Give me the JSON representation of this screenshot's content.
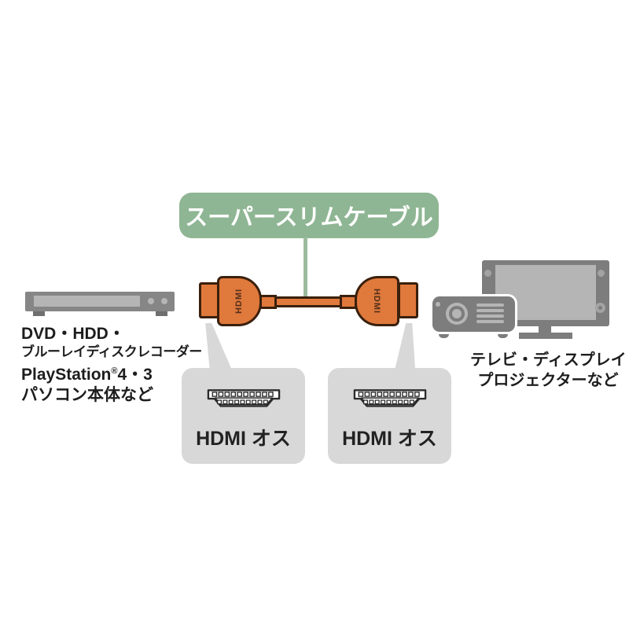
{
  "diagram": {
    "banner": {
      "label": "スーパースリムケーブル"
    },
    "cable": {
      "left_connector_label": "HDMI",
      "right_connector_label": "HDMI"
    },
    "source_devices": {
      "line1": "DVD・HDD・",
      "line2": "ブルーレイディスクレコーダー",
      "line3_brand": "PlayStation",
      "line3_reg": "®",
      "line3_models": "4・3",
      "line4": "パソコン本体など"
    },
    "display_devices": {
      "line1": "テレビ・ディスプレイ",
      "line2": "プロジェクターなど"
    },
    "left_callout": {
      "label": "HDMI オス"
    },
    "right_callout": {
      "label": "HDMI オス"
    },
    "colors": {
      "banner_green": "#8fb694",
      "pointer_line_green": "#9bbb9e",
      "cable_orange": "#e0793c",
      "cable_outline_brown": "#3a200c",
      "connector_text_brown": "#53301a",
      "device_gray": "#7d7d7d",
      "recorder_gray": "#868686",
      "device_detail_light_gray": "#b5b5b5",
      "callout_gray": "#d8d8d8",
      "text_dark": "#1d1d1d",
      "background": "#ffffff"
    }
  }
}
